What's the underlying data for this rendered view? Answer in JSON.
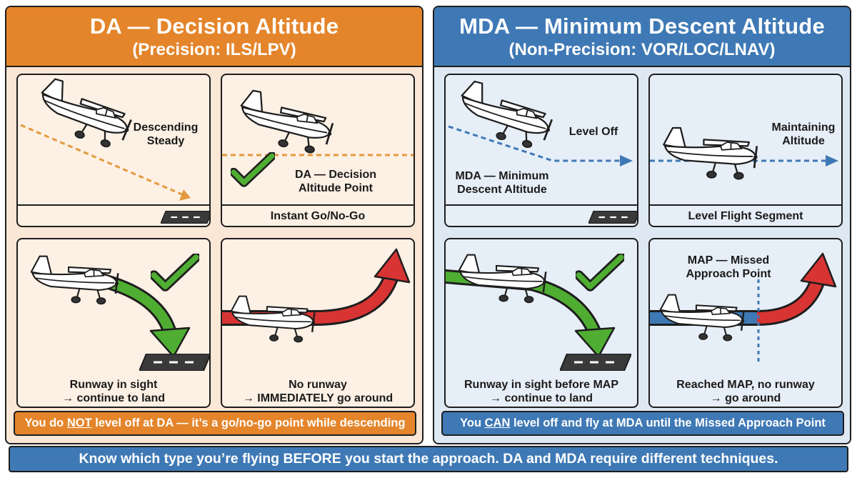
{
  "colors": {
    "da_orange": "#e4852b",
    "mda_blue": "#3f79b5",
    "check_green": "#4fae32",
    "go_around_red": "#d93434",
    "da_bg": "#fbe7d6",
    "mda_bg": "#dde8f3"
  },
  "da": {
    "title": "DA — Decision Altitude",
    "subtitle": "(Precision: ILS/LPV)",
    "panel1": {
      "label": "Descending Steady",
      "label_l1": "Descending",
      "label_l2": "Steady"
    },
    "panel2": {
      "label_l1": "DA — Decision",
      "label_l2": "Altitude Point",
      "caption": "Instant Go/No-Go"
    },
    "panel3": {
      "caption_l1": "Runway in sight",
      "caption_l2": "→ continue to land"
    },
    "panel4": {
      "caption_l1": "No runway",
      "caption_l2": "→ IMMEDIATELY go around"
    },
    "banner": {
      "pre": "You do ",
      "emph": "NOT",
      "post": " level off at DA — it’s a go/no-go point while descending"
    }
  },
  "mda": {
    "title": "MDA — Minimum Descent Altitude",
    "subtitle": "(Non-Precision: VOR/LOC/LNAV)",
    "panel1": {
      "label_level": "Level Off",
      "label_mda_l1": "MDA — Minimum",
      "label_mda_l2": "Descent Altitude"
    },
    "panel2": {
      "label_l1": "Maintaining",
      "label_l2": "Altitude",
      "caption": "Level Flight Segment"
    },
    "panel3": {
      "caption_l1": "Runway in sight before MAP",
      "caption_l2": "→ continue to land"
    },
    "panel4": {
      "label_l1": "MAP — Missed",
      "label_l2": "Approach Point",
      "caption_l1": "Reached MAP, no runway",
      "caption_l2": "→ go around"
    },
    "banner": {
      "pre": "You ",
      "emph": "CAN",
      "post": " level off and fly at MDA until the Missed Approach Point"
    }
  },
  "footer": "Know which type you’re flying BEFORE you start the approach. DA and MDA require different techniques.",
  "icons": [
    "airplane-icon",
    "checkmark-icon",
    "runway-icon",
    "arrow-icon"
  ]
}
